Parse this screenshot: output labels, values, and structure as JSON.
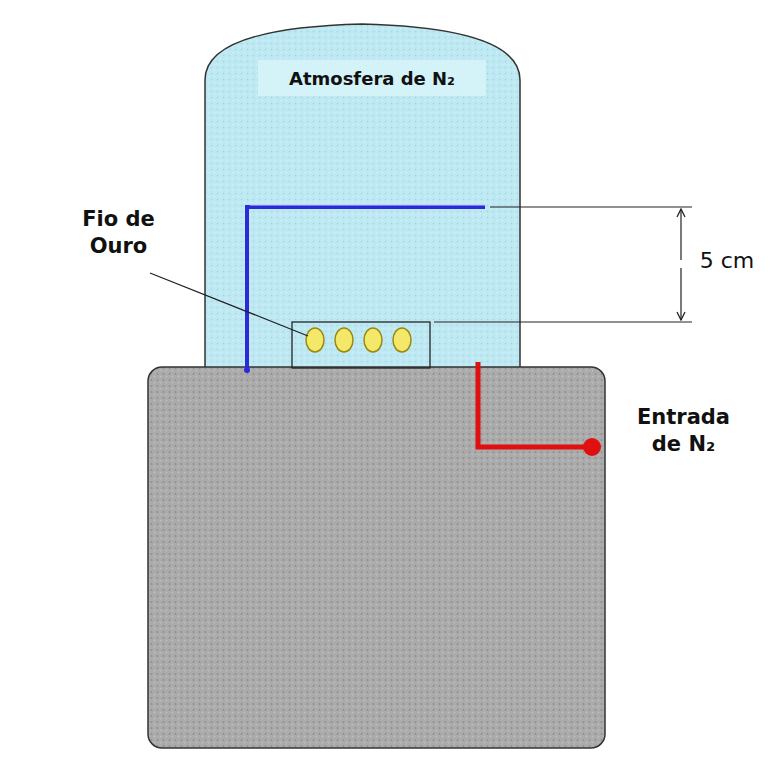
{
  "diagram": {
    "nodes": [
      {
        "text": [
          "Atmosfera de N₂"
        ]
      }
    ],
    "labels": [
      "Fio de Ouro",
      "5 cm",
      "Entrada de N₂"
    ]
  }
}
